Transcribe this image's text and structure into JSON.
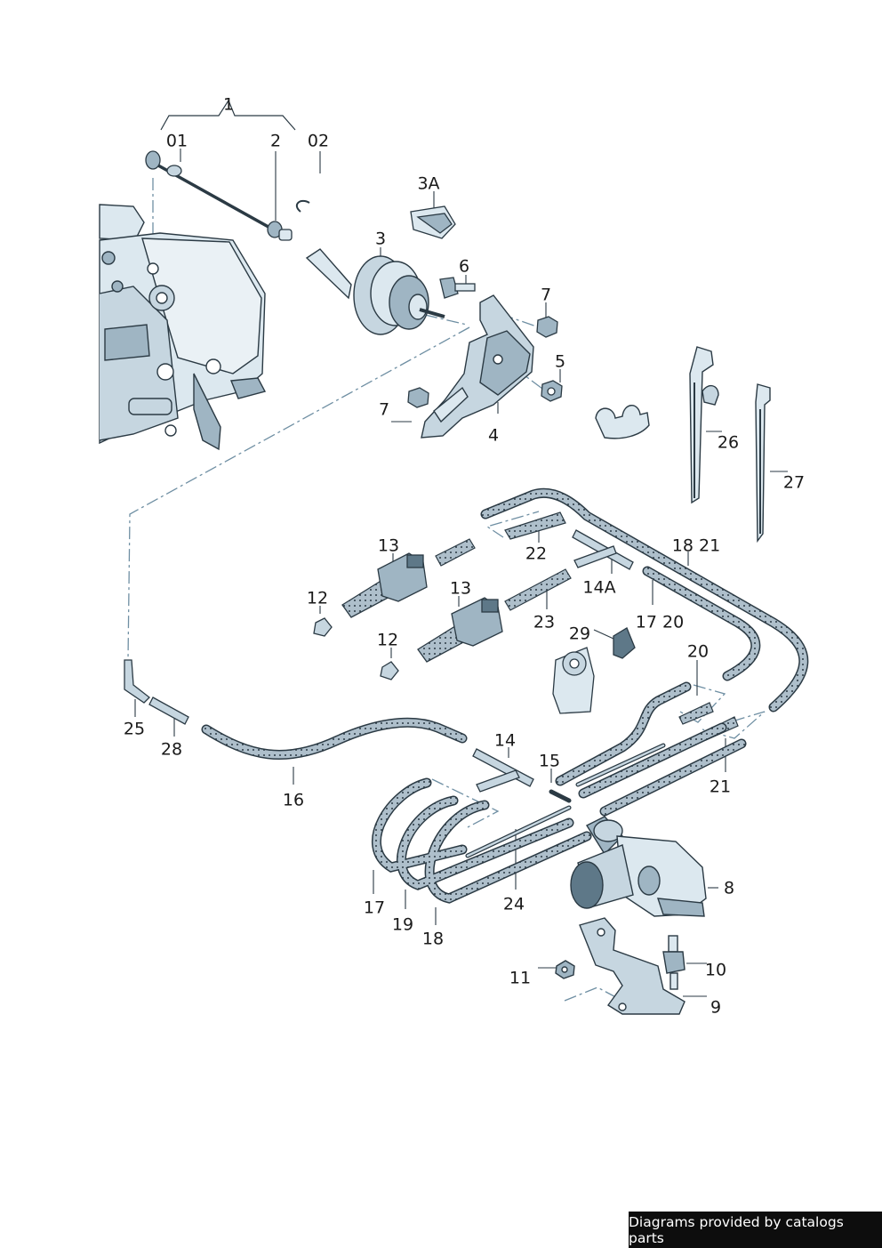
{
  "labels": {
    "l1": "1",
    "l01": "01",
    "l2": "2",
    "l02": "02",
    "l3A": "3A",
    "l3": "3",
    "l6": "6",
    "l7a": "7",
    "l5": "5",
    "l7b": "7",
    "l4": "4",
    "l26": "26",
    "l27": "27",
    "l13a": "13",
    "l22": "22",
    "l18_21": "18 21",
    "l14A": "14A",
    "l12a": "12",
    "l13b": "13",
    "l23": "23",
    "l17_20": "17 20",
    "l29": "29",
    "l12b": "12",
    "l20": "20",
    "l25": "25",
    "l28": "28",
    "l14": "14",
    "l15": "15",
    "l21": "21",
    "l16": "16",
    "l8": "8",
    "l17": "17",
    "l19": "19",
    "l24": "24",
    "l18": "18",
    "l10": "10",
    "l11": "11",
    "l9": "9"
  },
  "footer": {
    "credit": "Diagrams provided by catalogs parts"
  },
  "colors": {
    "line": "#2b3a44",
    "fill_light": "#dce8ef",
    "fill_mid": "#9fb5c3",
    "fill_dark": "#5e7888",
    "dash": "#6f8fa3"
  }
}
